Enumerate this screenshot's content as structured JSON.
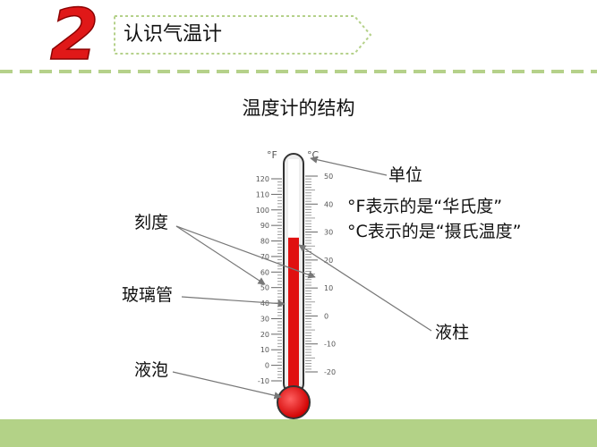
{
  "slide": {
    "section_number": "2",
    "title": "认识气温计",
    "heading": "温度计的结构"
  },
  "thermometer": {
    "fahrenheit_label": "°F",
    "celsius_label": "°C",
    "fahrenheit_ticks": [
      "120",
      "110",
      "100",
      "90",
      "80",
      "70",
      "60",
      "50",
      "40",
      "30",
      "20",
      "10",
      "0",
      "-10"
    ],
    "celsius_ticks": [
      "50",
      "40",
      "30",
      "20",
      "10",
      "0",
      "-10",
      "-20"
    ],
    "liquid_level_celsius": 28
  },
  "labels": {
    "unit": "单位",
    "fahrenheit_desc": "°F表示的是“华氏度”",
    "celsius_desc": "°C表示的是“摄氏温度”",
    "scale": "刻度",
    "glass_tube": "玻璃管",
    "liquid_column": "液柱",
    "bulb": "液泡"
  },
  "colors": {
    "accent_red": "#e01010",
    "banner_border": "#b5d18a",
    "bottom_band": "#b3d287"
  }
}
